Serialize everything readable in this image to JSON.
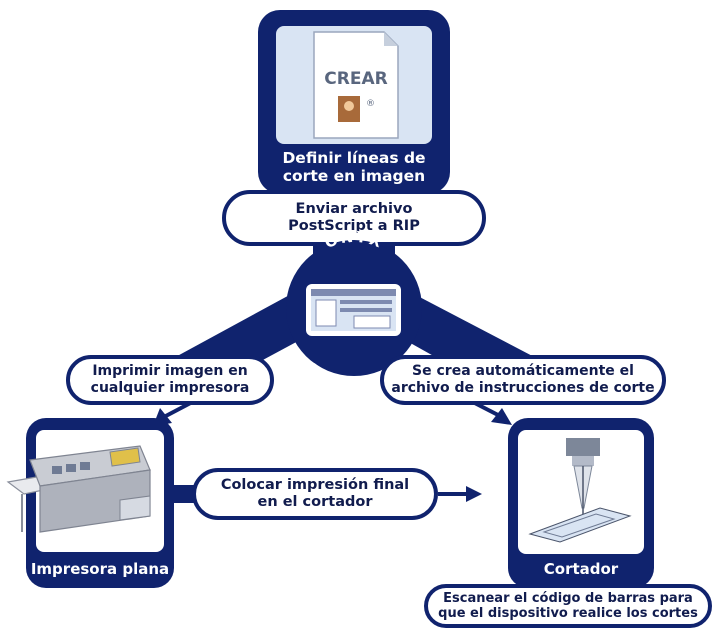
{
  "colors": {
    "primary": "#10236e",
    "panel_tint": "#d9e4f3",
    "white": "#ffffff"
  },
  "top_card": {
    "doc_title": "CREAR",
    "doc_mark": "®",
    "label_line1": "Definir líneas de",
    "label_line2": "corte en imagen"
  },
  "send_pill": {
    "line1": "Enviar archivo",
    "line2": "PostScript a RIP"
  },
  "hub": {
    "title": "ONYX",
    "subtitle": "RIP-QUEUE"
  },
  "print_pill": {
    "line1": "Imprimir imagen en",
    "line2": "cualquier impresora"
  },
  "instructions_pill": {
    "line1": "Se crea automáticamente el",
    "line2": "archivo de instrucciones de corte"
  },
  "printer_card": {
    "label": "Impresora plana"
  },
  "place_pill": {
    "line1": "Colocar impresión final",
    "line2": "en el cortador"
  },
  "cutter_card": {
    "label": "Cortador"
  },
  "scan_pill": {
    "line1": "Escanear el código de barras para",
    "line2": "que el dispositivo realice los cortes"
  }
}
